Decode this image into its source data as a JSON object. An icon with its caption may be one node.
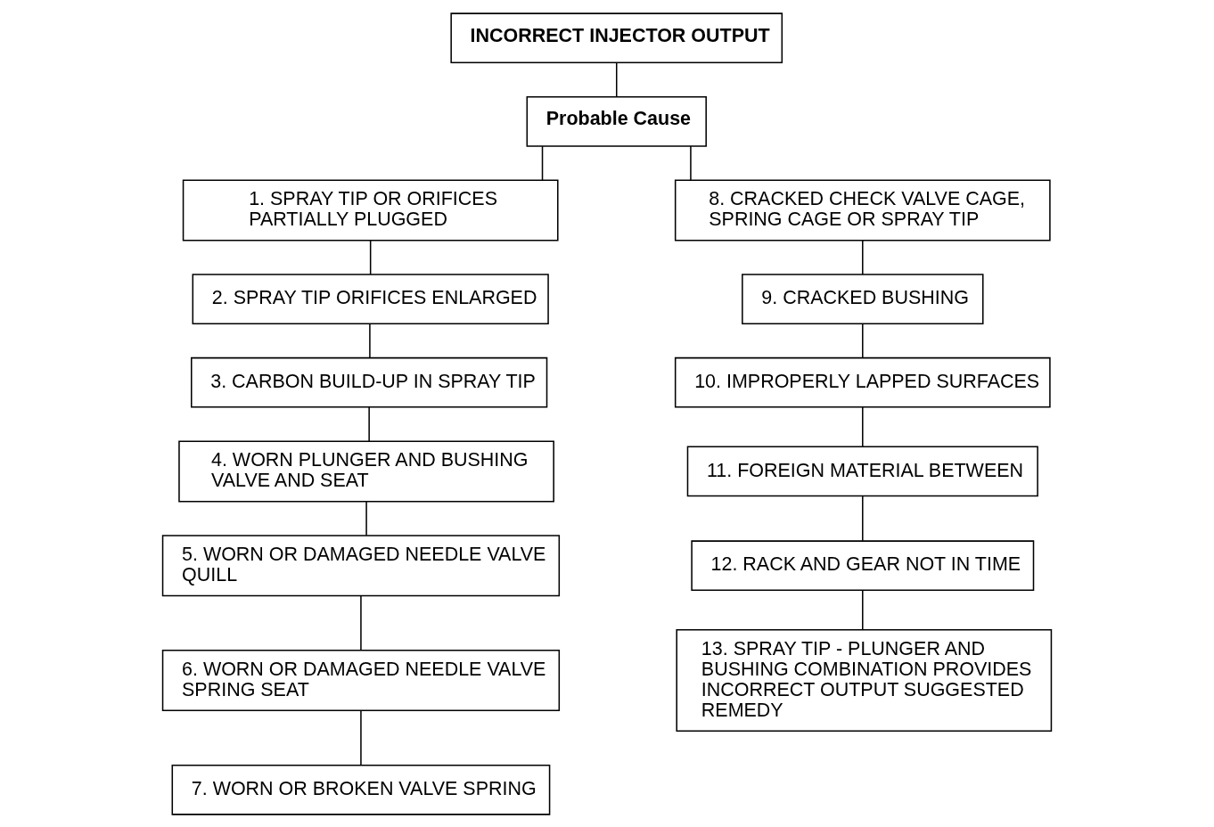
{
  "diagram": {
    "nodes": [
      {
        "text": [
          "INCORRECT INJECTOR OUTPUT"
        ]
      },
      {
        "text": [
          "Probable Cause"
        ]
      },
      {
        "text": [
          "1. SPRAY TIP OR ORIFICES PARTIALLY PLUGGED"
        ]
      },
      {
        "text": [
          "2. SPRAY TIP ORIFICES ENLARGED"
        ]
      },
      {
        "text": [
          "3. CARBON BUILD-UP IN SPRAY TIP"
        ]
      },
      {
        "text": [
          "4. WORN PLUNGER AND BUSHING VALVE AND SEAT"
        ]
      },
      {
        "text": [
          "5. WORN OR DAMAGED NEEDLE VALVE QUILL"
        ]
      },
      {
        "text": [
          "6. WORN OR DAMAGED NEEDLE VALVE SPRING SEAT"
        ]
      },
      {
        "text": [
          "7. WORN OR BROKEN VALVE SPRING"
        ]
      },
      {
        "text": [
          "8. CRACKED CHECK VALVE CAGE, SPRING CAGE OR SPRAY TIP"
        ]
      },
      {
        "text": [
          "9. CRACKED BUSHING"
        ]
      },
      {
        "text": [
          "10. IMPROPERLY LAPPED SURFACES"
        ]
      },
      {
        "text": [
          "11. FOREIGN MATERIAL BETWEEN"
        ]
      },
      {
        "text": [
          "12. RACK AND GEAR NOT IN TIME"
        ]
      },
      {
        "text": [
          "13. SPRAY TIP - PLUNGER AND BUSHING COMBINATION PROVIDES INCORRECT OUTPUT SUGGESTED REMEDY"
        ]
      }
    ],
    "edges": [
      {
        "from": 0,
        "to": 1,
        "arrow": "none"
      },
      {
        "from": 1,
        "to": 2,
        "arrow": "none"
      },
      {
        "from": 1,
        "to": 9,
        "arrow": "none"
      },
      {
        "from": 2,
        "to": 3,
        "arrow": "none"
      },
      {
        "from": 3,
        "to": 4,
        "arrow": "none"
      },
      {
        "from": 4,
        "to": 5,
        "arrow": "none"
      },
      {
        "from": 5,
        "to": 6,
        "arrow": "none"
      },
      {
        "from": 6,
        "to": 7,
        "arrow": "none"
      },
      {
        "from": 7,
        "to": 8,
        "arrow": "none"
      },
      {
        "from": 9,
        "to": 10,
        "arrow": "none"
      },
      {
        "from": 10,
        "to": 11,
        "arrow": "none"
      },
      {
        "from": 11,
        "to": 12,
        "arrow": "none"
      },
      {
        "from": 12,
        "to": 13,
        "arrow": "none"
      },
      {
        "from": 13,
        "to": 14,
        "arrow": "none"
      }
    ]
  }
}
